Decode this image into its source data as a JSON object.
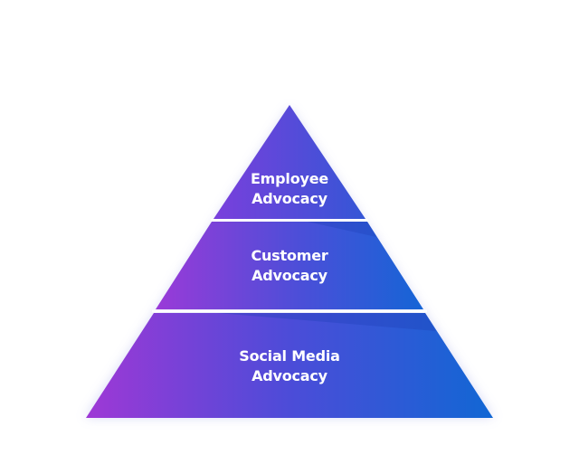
{
  "diagram": {
    "tiers": [
      {
        "line1": "Employee",
        "line2": "Advocacy"
      },
      {
        "line1": "Customer",
        "line2": "Advocacy"
      },
      {
        "line1": "Social Media",
        "line2": "Advocacy"
      }
    ]
  },
  "colors": {
    "gradient_start": "#9a3ad8",
    "gradient_end": "#1565d6",
    "separator": "#ffffff",
    "label_text": "#ffffff"
  }
}
